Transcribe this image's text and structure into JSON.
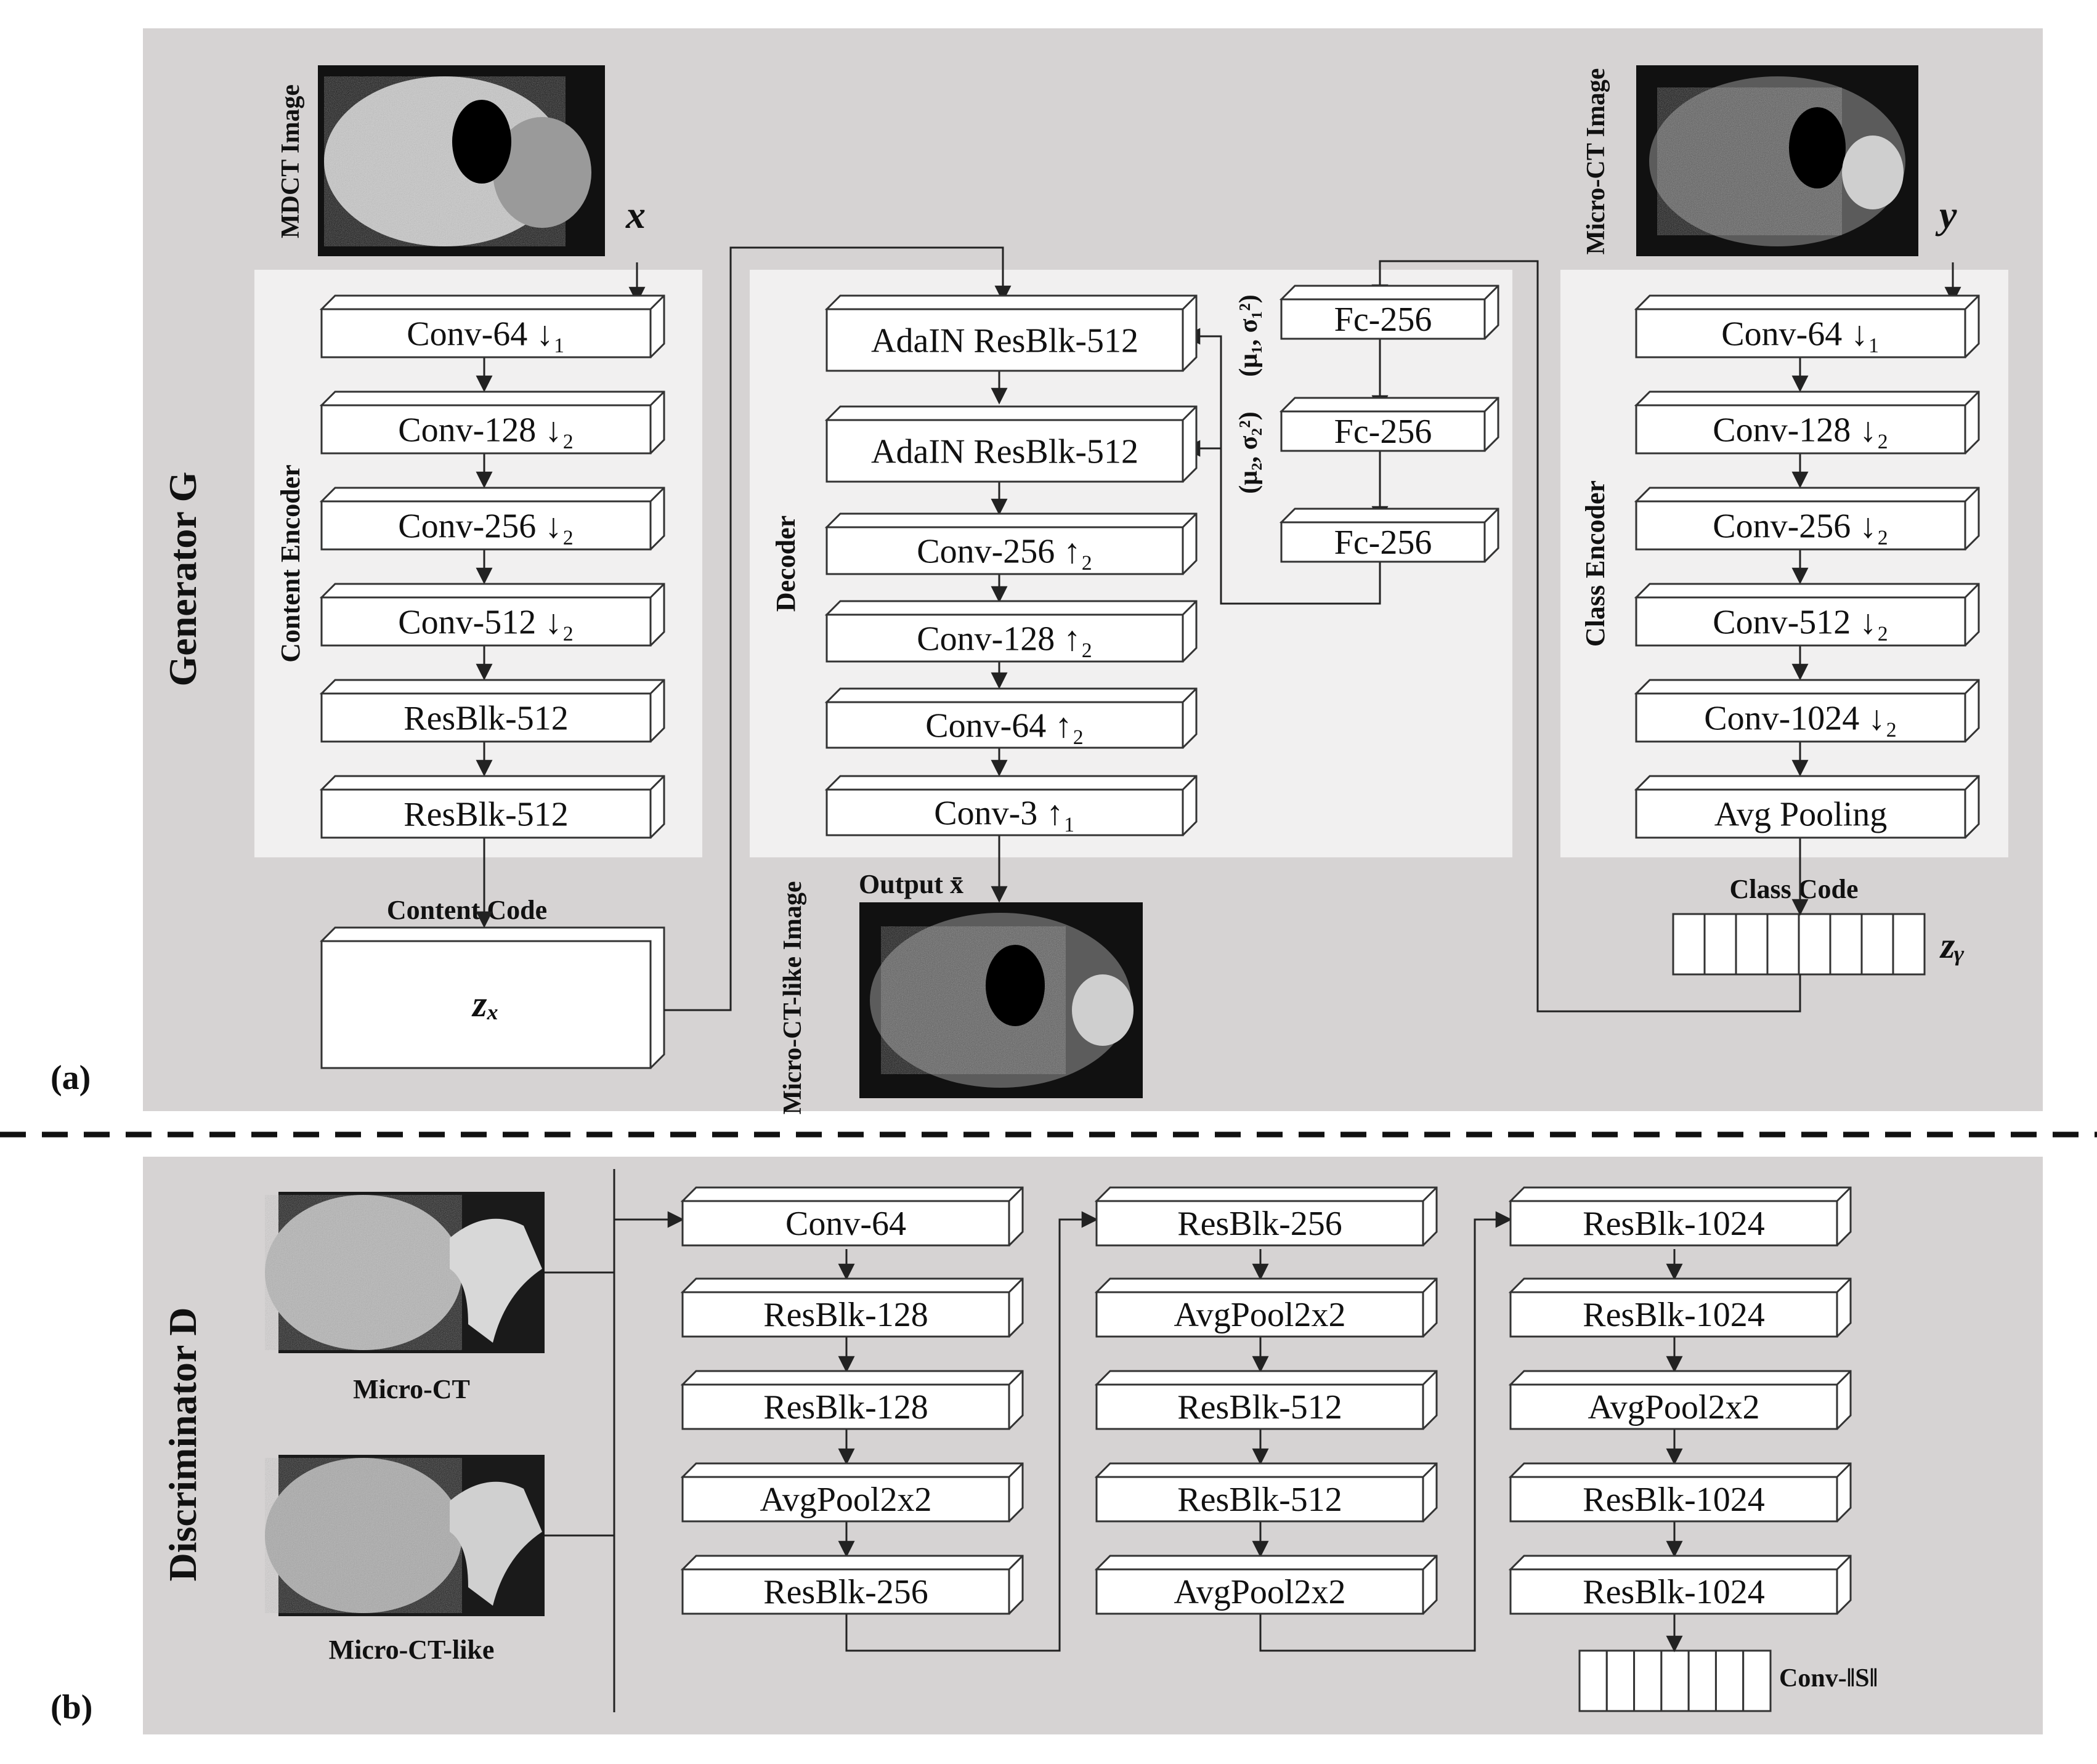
{
  "panel_a": {
    "label": "(a)",
    "title": "Generator G",
    "mdct_label": "MDCT Image",
    "x_symbol": "x",
    "microct_label": "Micro-CT Image",
    "y_symbol": "y",
    "content_encoder": {
      "title": "Content Encoder",
      "blocks": [
        "Conv-64 ↓₁",
        "Conv-128 ↓₂",
        "Conv-256 ↓₂",
        "Conv-512 ↓₂",
        "ResBlk-512",
        "ResBlk-512"
      ]
    },
    "content_code": {
      "label": "Content Code",
      "symbol": "zₓ"
    },
    "decoder": {
      "title": "Decoder",
      "blocks": [
        "AdaIN ResBlk-512",
        "AdaIN ResBlk-512",
        "Conv-256 ↑₂",
        "Conv-128 ↑₂",
        "Conv-64 ↑₂",
        "Conv-3 ↑₁"
      ]
    },
    "mlp": {
      "blocks": [
        "Fc-256",
        "Fc-256",
        "Fc-256"
      ],
      "param1": "(μ₁, σ₁²)",
      "param2": "(μ₂, σ₂²)"
    },
    "class_encoder": {
      "title": "Class Encoder",
      "blocks": [
        "Conv-64 ↓₁",
        "Conv-128 ↓₂",
        "Conv-256 ↓₂",
        "Conv-512 ↓₂",
        "Conv-1024 ↓₂",
        "Avg Pooling"
      ]
    },
    "class_code": {
      "label": "Class Code",
      "symbol": "zᵧ"
    },
    "output_label": "Output x̄",
    "output_image_label": "Micro-CT-like Image"
  },
  "panel_b": {
    "label": "(b)",
    "title": "Discriminator D",
    "image1_label": "Micro-CT",
    "image2_label": "Micro-CT-like",
    "col1": [
      "Conv-64",
      "ResBlk-128",
      "ResBlk-128",
      "AvgPool2x2",
      "ResBlk-256"
    ],
    "col2": [
      "ResBlk-256",
      "AvgPool2x2",
      "ResBlk-512",
      "ResBlk-512",
      "AvgPool2x2"
    ],
    "col3": [
      "ResBlk-1024",
      "ResBlk-1024",
      "AvgPool2x2",
      "ResBlk-1024",
      "ResBlk-1024"
    ],
    "output_label": "Conv-‖S‖"
  },
  "colors": {
    "panel_bg": "#d6d3d3",
    "group_bg": "#f1f0f0",
    "block_face": "#ffffff",
    "stroke": "#333333"
  }
}
